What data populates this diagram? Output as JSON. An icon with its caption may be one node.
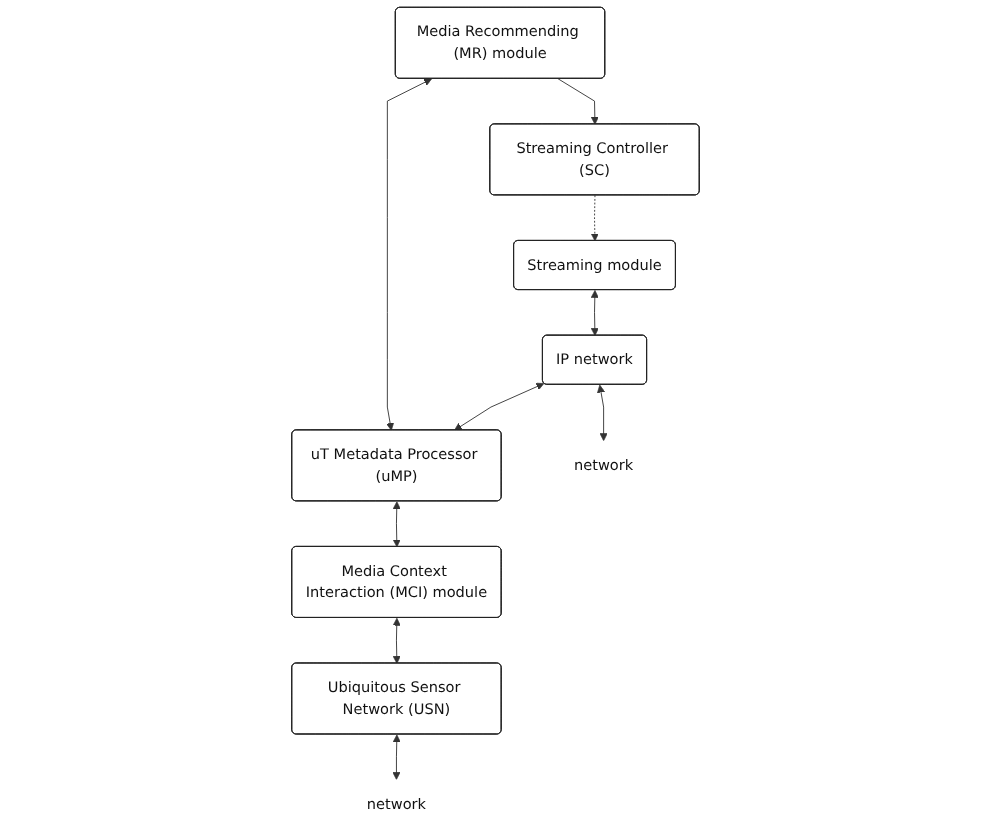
{
  "diagram": {
    "nodes": [
      {
        "text": [
          "Media Recommending (MR) module"
        ]
      },
      {
        "text": [
          "Streaming Controller (SC)"
        ]
      },
      {
        "text": [
          "uT Metadata Processor (uMP)"
        ]
      },
      {
        "text": [
          "Streaming module"
        ]
      },
      {
        "text": [
          "Media Context Interaction (MCI) module"
        ]
      },
      {
        "text": [
          "IP network"
        ]
      },
      {
        "text": [
          "Ubiquitous Sensor Network (USN)"
        ]
      },
      {
        "text": [
          "network"
        ]
      },
      {
        "text": [
          "network"
        ]
      }
    ],
    "edges": [
      {
        "from": 0,
        "to": 1,
        "arrow": "to"
      },
      {
        "from": 0,
        "to": 2,
        "arrow": "both"
      },
      {
        "from": 1,
        "to": 3,
        "arrow": "to",
        "style": "dashed"
      },
      {
        "from": 2,
        "to": 4,
        "arrow": "both"
      },
      {
        "from": 3,
        "to": 5,
        "arrow": "both"
      },
      {
        "from": 5,
        "to": 2,
        "arrow": "both"
      },
      {
        "from": 4,
        "to": 6,
        "arrow": "both"
      },
      {
        "from": 5,
        "to": 7,
        "arrow": "both"
      },
      {
        "from": 6,
        "to": 8,
        "arrow": "both"
      }
    ]
  }
}
